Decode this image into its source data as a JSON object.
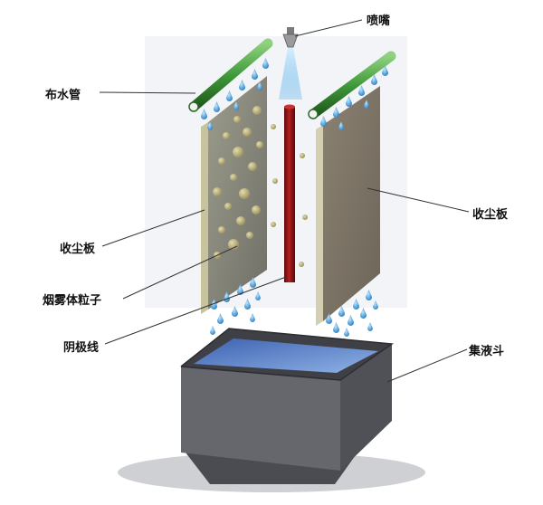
{
  "labels": {
    "nozzle": "喷嘴",
    "water_pipe": "布水管",
    "collector_plate_right": "收尘板",
    "collector_plate_left": "收尘板",
    "aerosol_particles": "烟雾体粒子",
    "cathode_wire": "阴极线",
    "collecting_hopper": "集液斗"
  },
  "colors": {
    "pipe": "#3f9a3a",
    "plate_left": "#8f8f7c",
    "plate_right": "#7e7566",
    "cathode_wire": "#8b1414",
    "particle": "#c2b98a",
    "water": "#3d9fd8",
    "hopper": "#5d5e63",
    "hopper_liquid": "#4a78c4"
  }
}
